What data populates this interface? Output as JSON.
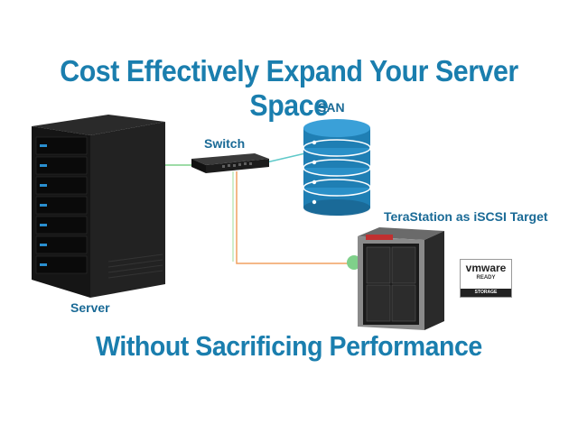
{
  "headline": "Cost Effectively Expand Your Server Space",
  "subheadline": "Without Sacrificing Performance",
  "nodes": {
    "server": "Server",
    "switch": "Switch",
    "san": "SAN",
    "terastation": "TeraStation as iSCSI Target"
  },
  "badge": {
    "brand": "vmware",
    "ready": "READY",
    "category": "STORAGE"
  },
  "colors": {
    "headline": "#1a7eae",
    "label": "#1a6a96",
    "san_blue": "#1f7fb4",
    "link_green": "#7fd08a",
    "link_teal": "#5fc9c9",
    "link_orange": "#f0a060"
  }
}
